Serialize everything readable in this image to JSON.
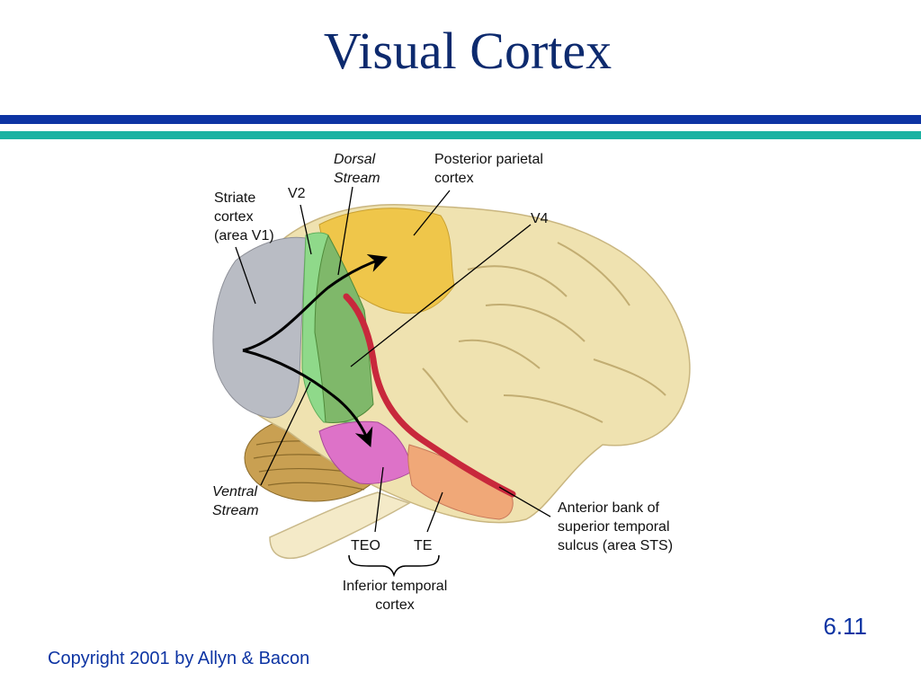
{
  "slide": {
    "title": "Visual Cortex",
    "page_number": "6.11",
    "copyright": "Copyright 2001 by Allyn & Bacon"
  },
  "diagram": {
    "labels": {
      "striate": "Striate\ncortex\n(area V1)",
      "v2": "V2",
      "dorsal": "Dorsal\nStream",
      "posterior_parietal": "Posterior parietal\ncortex",
      "v4": "V4",
      "ventral": "Ventral\nStream",
      "teo": "TEO",
      "te": "TE",
      "inferior_temporal": "Inferior temporal\ncortex",
      "sts": "Anterior bank of\nsuperior temporal\nsulcus (area STS)"
    },
    "colors": {
      "brain_base": "#efe2b0",
      "brain_shadow": "#d9c88a",
      "v1": "#b9bcc4",
      "v2": "#8fd98a",
      "v4": "#7fb86a",
      "parietal": "#efc64a",
      "teo": "#dd72c8",
      "te": "#f0a878",
      "sts": "#c8283c",
      "cerebellum": "#c9a052",
      "stem": "#f4eac8"
    }
  }
}
